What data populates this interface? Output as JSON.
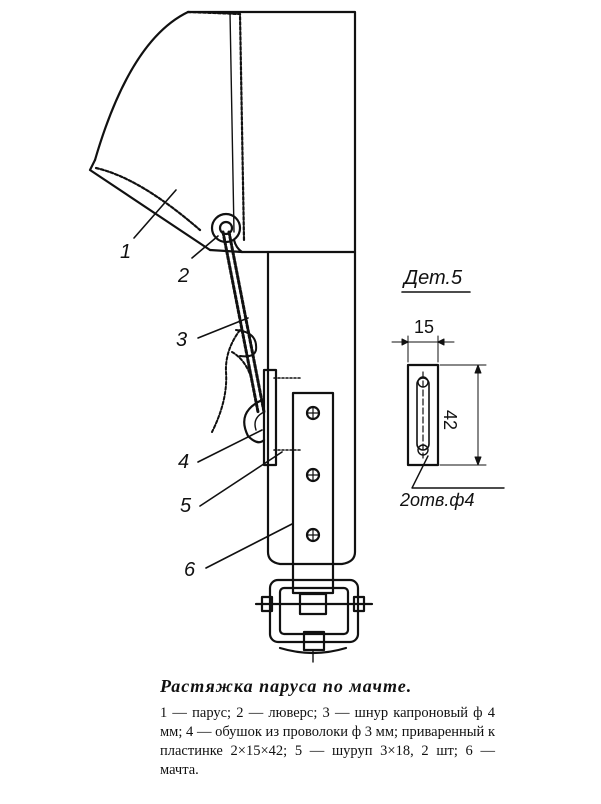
{
  "labels": {
    "l1": "1",
    "l2": "2",
    "l3": "3",
    "l4": "4",
    "l5": "5",
    "l6": "6"
  },
  "detail": {
    "title": "Дет.5",
    "width_dim": "15",
    "height_dim": "42",
    "holes_note": "2отв.ф4"
  },
  "caption": {
    "title": "Растяжка паруса по мачте.",
    "body": "1 — парус; 2 — люверс; 3 — шнур капроновый ф 4 мм; 4 — обушок из проволоки ф 3 мм; приваренный к пластинке 2×15×42; 5 — шуруп 3×18, 2 шт; 6 — мачта."
  }
}
